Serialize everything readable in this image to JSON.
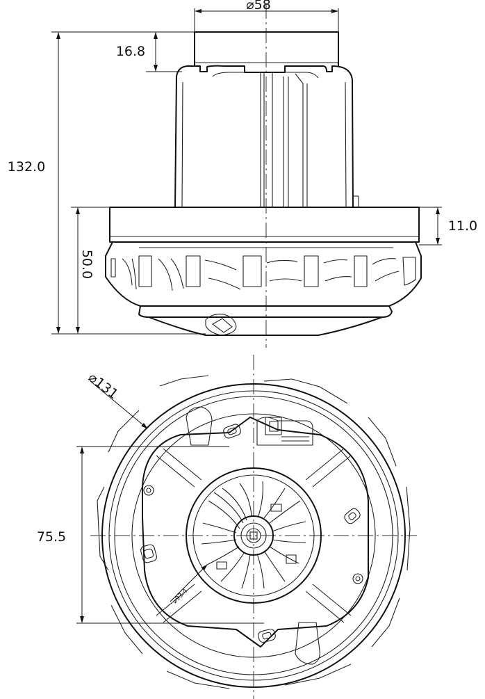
{
  "dimensions": {
    "top_diameter": "⌀58",
    "cap_height": "16.8",
    "total_height": "132.0",
    "flange_height": "11.0",
    "fan_height": "50.0",
    "outer_diameter": "⌀131",
    "inner_diameter": "⌀93.4",
    "mount_spacing": "75.5"
  },
  "colors": {
    "line": "#111111",
    "background": "#ffffff"
  }
}
